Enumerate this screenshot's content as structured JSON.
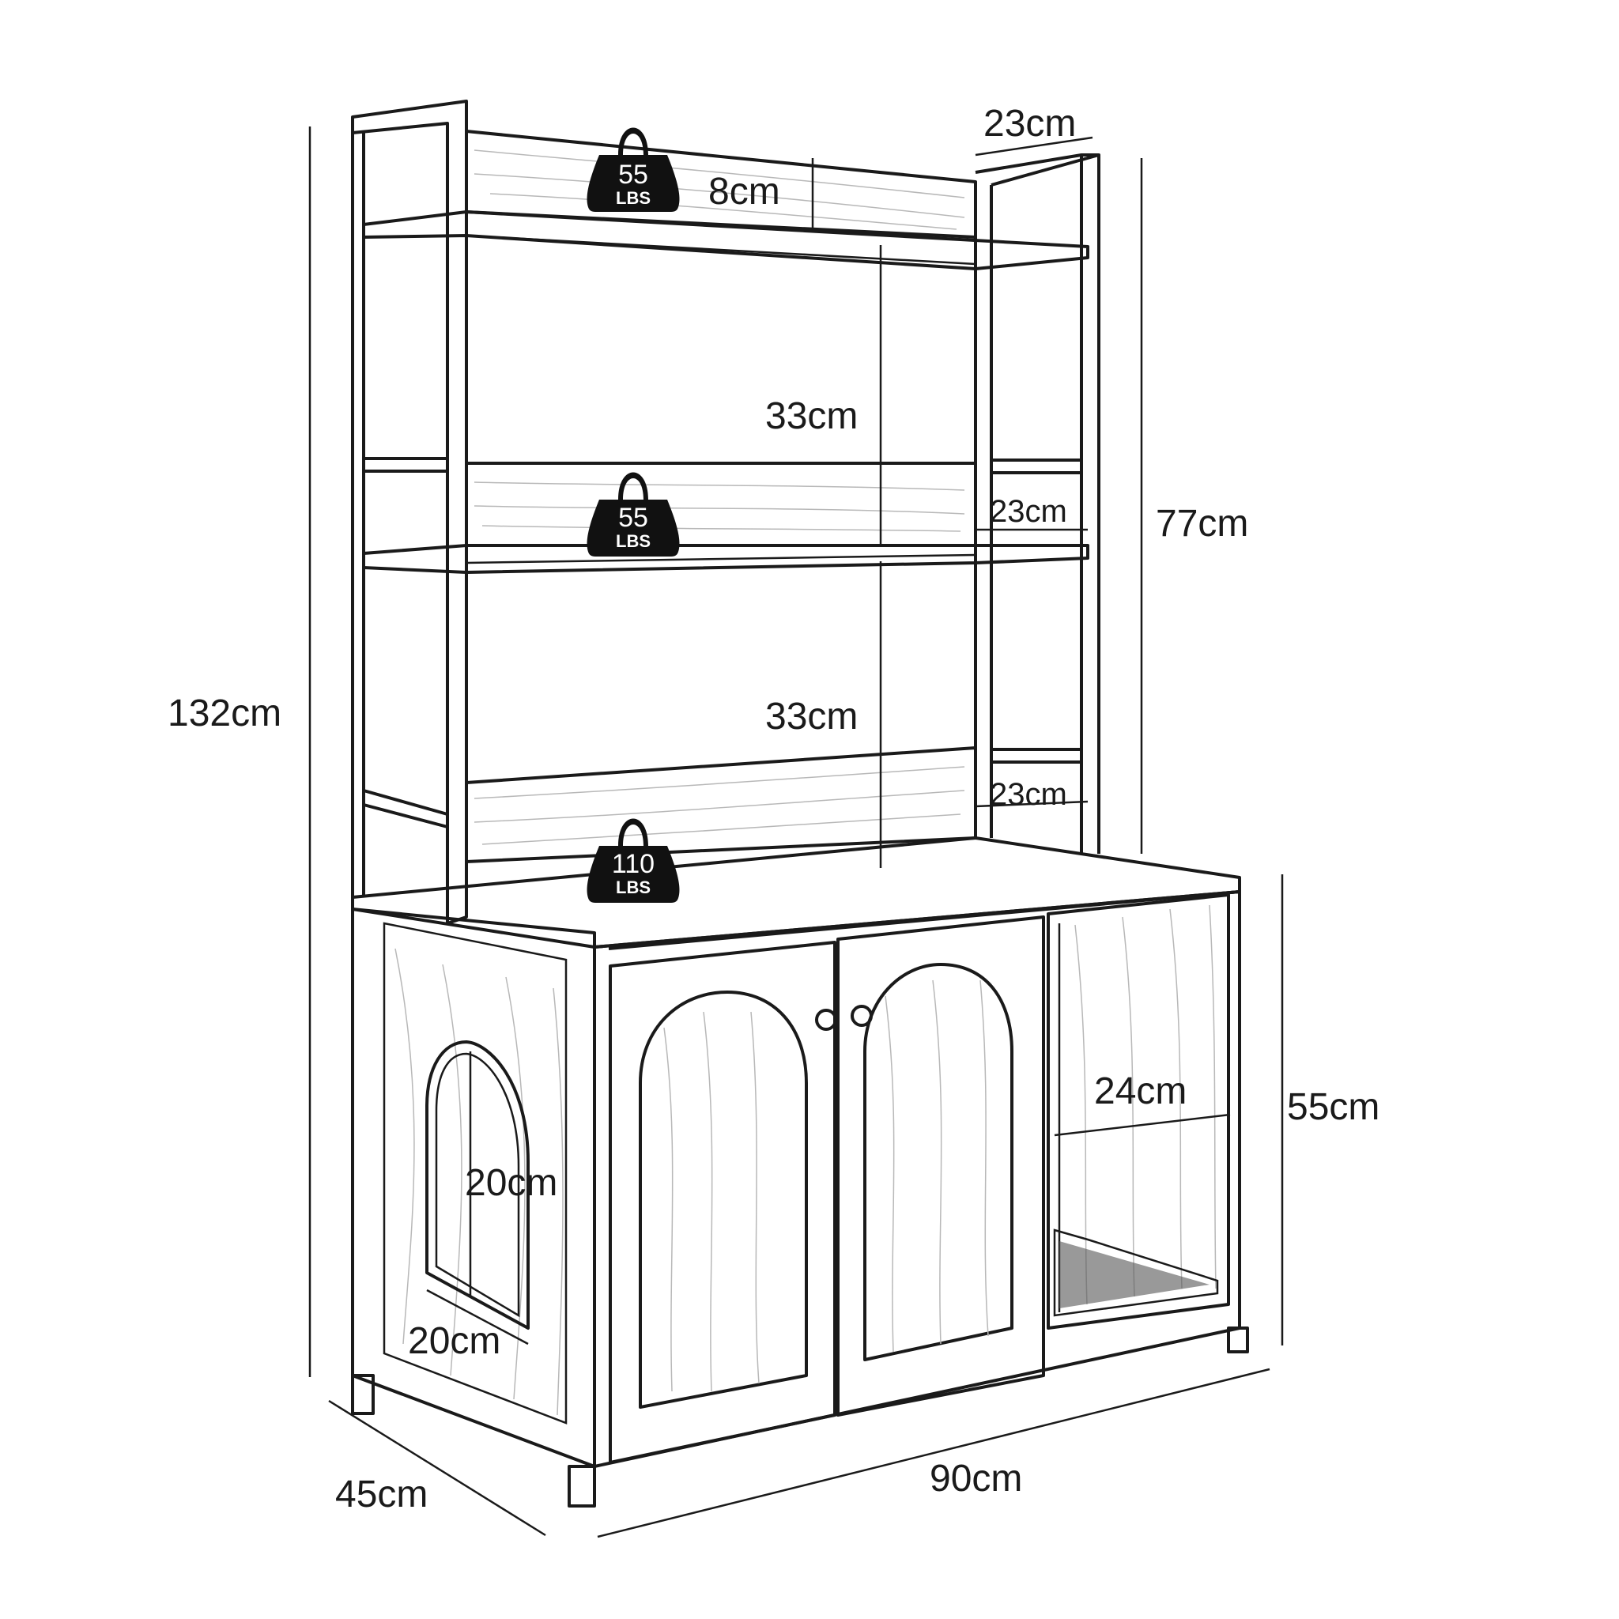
{
  "colors": {
    "line": "#1a1a1a",
    "background": "#ffffff",
    "weight_badge": "#111111"
  },
  "dimensions": {
    "total_height": "132cm",
    "hutch_height": "77cm",
    "cabinet_height": "55cm",
    "top_clearance": "8cm",
    "shelf_gap_upper": "33cm",
    "shelf_gap_lower": "33cm",
    "shelf_depth_top": "23cm",
    "shelf_depth_middle": "23cm",
    "shelf_depth_lower": "23cm",
    "side_opening_height": "20cm",
    "side_opening_width": "20cm",
    "right_compartment_width": "24cm",
    "depth": "45cm",
    "width": "90cm"
  },
  "weight_limits": [
    {
      "value": "55",
      "unit": "LBS"
    },
    {
      "value": "55",
      "unit": "LBS"
    },
    {
      "value": "110",
      "unit": "LBS"
    }
  ],
  "icons": [
    "weight-icon"
  ]
}
